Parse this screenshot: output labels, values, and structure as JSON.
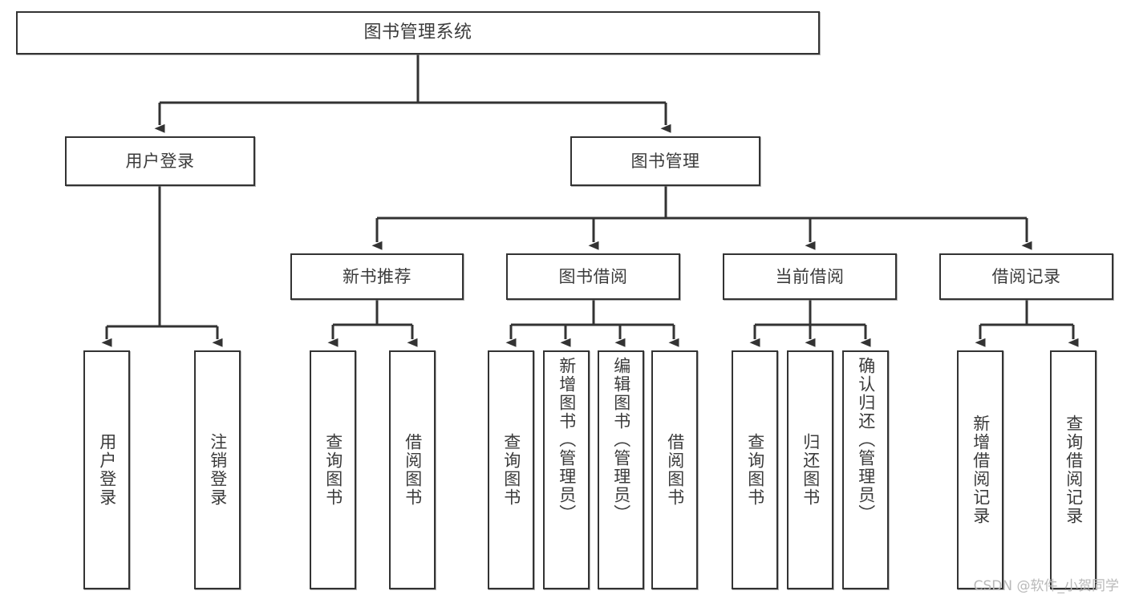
{
  "diagram": {
    "title": "图书管理系统",
    "type": "tree-hierarchy-chart",
    "orientation": "top-down",
    "colors": {
      "border": "#333333",
      "text": "#3b3b3b",
      "background": "#ffffff",
      "edge": "#333333",
      "watermark": "#b9b9b9"
    },
    "root": {
      "label": "图书管理系统"
    },
    "level2": [
      {
        "label": "用户登录"
      },
      {
        "label": "图书管理"
      }
    ],
    "level3": [
      {
        "label": "新书推荐"
      },
      {
        "label": "图书借阅"
      },
      {
        "label": "当前借阅"
      },
      {
        "label": "借阅记录"
      }
    ],
    "leaves": {
      "user_login": [
        {
          "label": "用户登录"
        },
        {
          "label": "注销登录"
        }
      ],
      "new_book_recommend": [
        {
          "label": "查询图书"
        },
        {
          "label": "借阅图书"
        }
      ],
      "book_borrow": [
        {
          "label": "查询图书"
        },
        {
          "label": "新增图书（管理员）"
        },
        {
          "label": "编辑图书（管理员）"
        },
        {
          "label": "借阅图书"
        }
      ],
      "current_borrow": [
        {
          "label": "查询图书"
        },
        {
          "label": "归还图书"
        },
        {
          "label": "确认归还（管理员）"
        }
      ],
      "borrow_record": [
        {
          "label": "新增借阅记录"
        },
        {
          "label": "查询借阅记录"
        }
      ]
    }
  },
  "watermark": {
    "text": "CSDN @软件_小贺同学"
  }
}
